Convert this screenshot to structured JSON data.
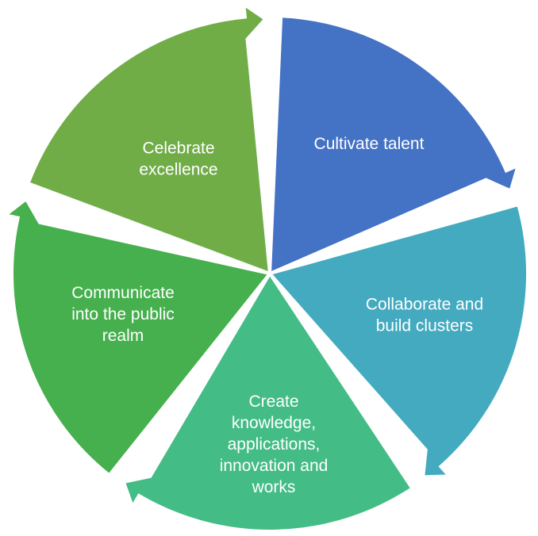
{
  "segments": [
    {
      "lines": [
        "Cultivate talent"
      ],
      "color": "#4472C4"
    },
    {
      "lines": [
        "Collaborate and",
        "build clusters"
      ],
      "color": "#43AAC0"
    },
    {
      "lines": [
        "Create",
        "knowledge,",
        "applications,",
        "innovation and",
        "works"
      ],
      "color": "#44BC86"
    },
    {
      "lines": [
        "Communicate",
        "into the public",
        "realm"
      ],
      "color": "#45B04D"
    },
    {
      "lines": [
        "Celebrate",
        "excellence"
      ],
      "color": "#70AD47"
    }
  ]
}
